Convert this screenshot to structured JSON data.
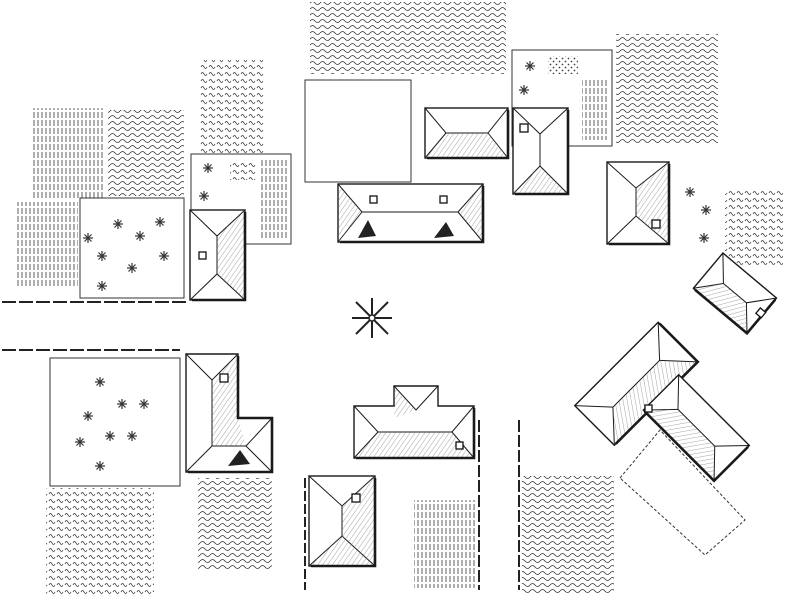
{
  "map": {
    "style": "black-and-white hand-drawn top-down village map",
    "colors": {
      "ink": "#1a1a1a",
      "paper": "#ffffff"
    },
    "feature_icons": [
      "house-roof",
      "crop-field",
      "garden-plot",
      "fence",
      "orchard-bush",
      "well",
      "tent"
    ]
  }
}
